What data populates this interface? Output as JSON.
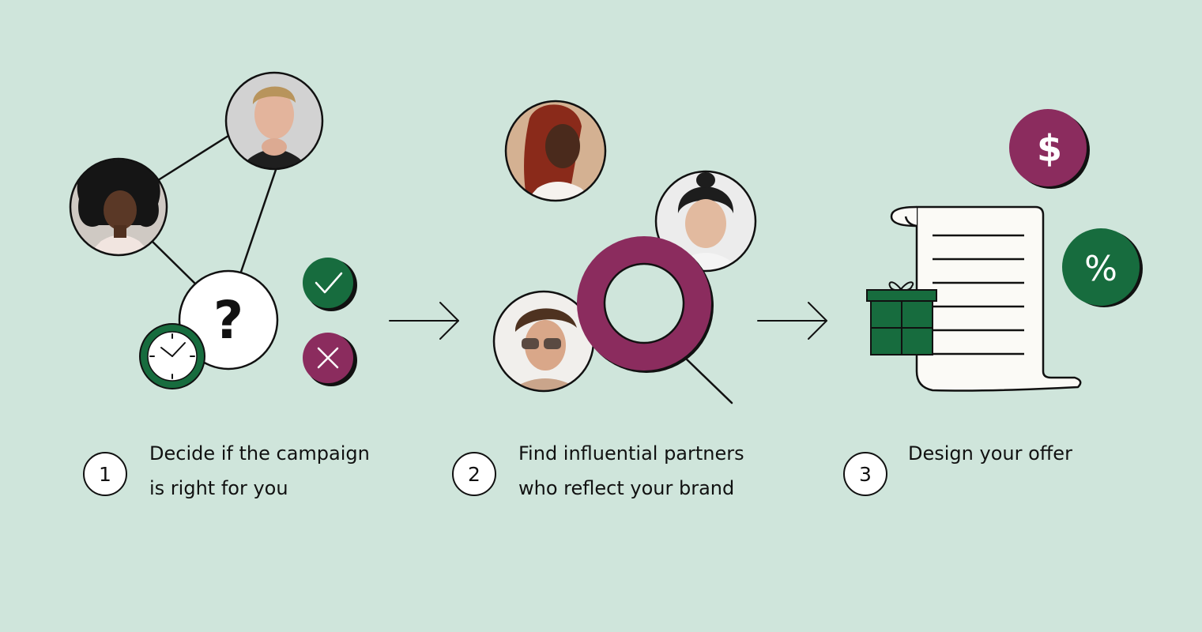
{
  "steps": [
    {
      "number": "1",
      "lines": [
        "Decide if the campaign",
        "is right for you"
      ]
    },
    {
      "number": "2",
      "lines": [
        "Find influential partners",
        "who reflect your brand"
      ]
    },
    {
      "number": "3",
      "lines": [
        "Design your offer"
      ]
    }
  ],
  "icons": {
    "question": "?",
    "dollar": "$",
    "percent": "%"
  },
  "colors": {
    "background": "#cfe5db",
    "green": "#176c3e",
    "plum": "#8b2c5e",
    "outline": "#111111",
    "paper": "#fbfaf6"
  }
}
